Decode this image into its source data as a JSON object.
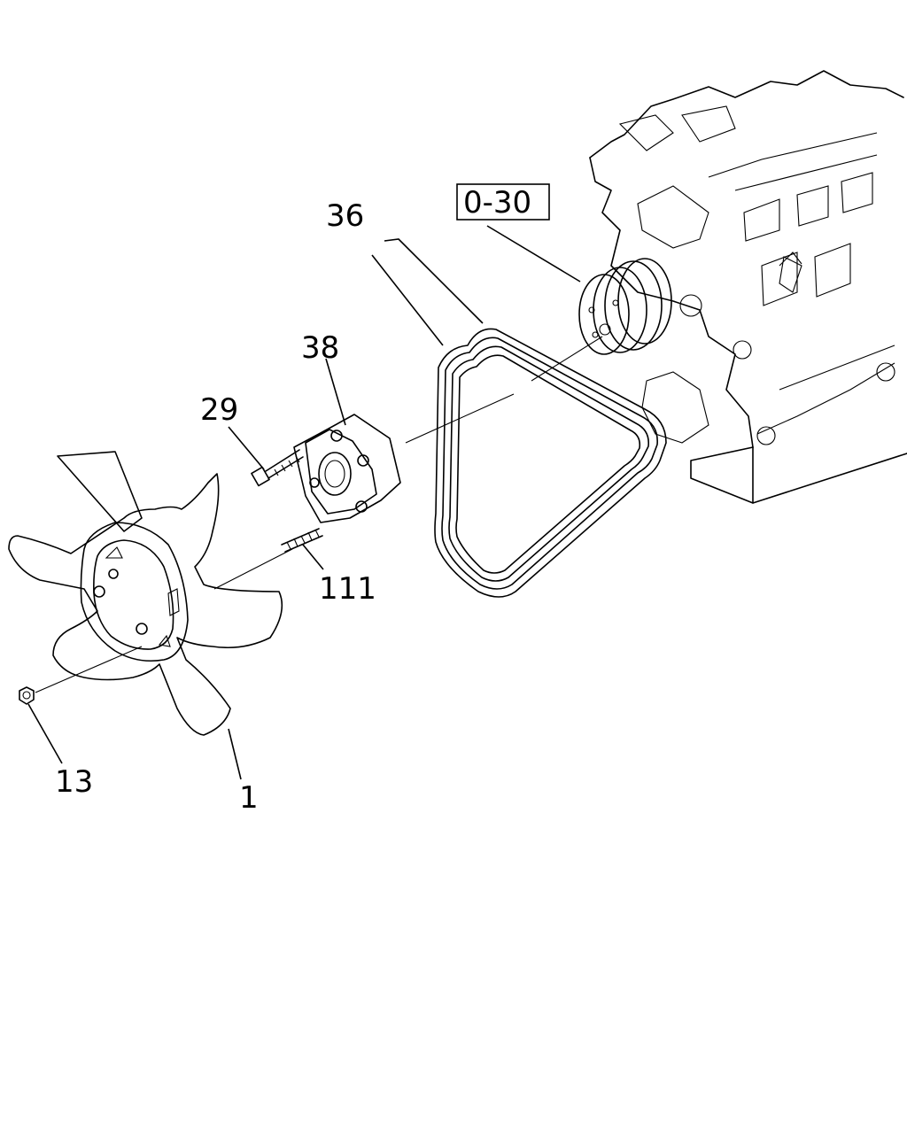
{
  "callouts": {
    "ref_box": "0-30",
    "belt": "36",
    "pulley_hub": "38",
    "bolt": "29",
    "stud": "111",
    "nut": "13",
    "fan": "1"
  }
}
